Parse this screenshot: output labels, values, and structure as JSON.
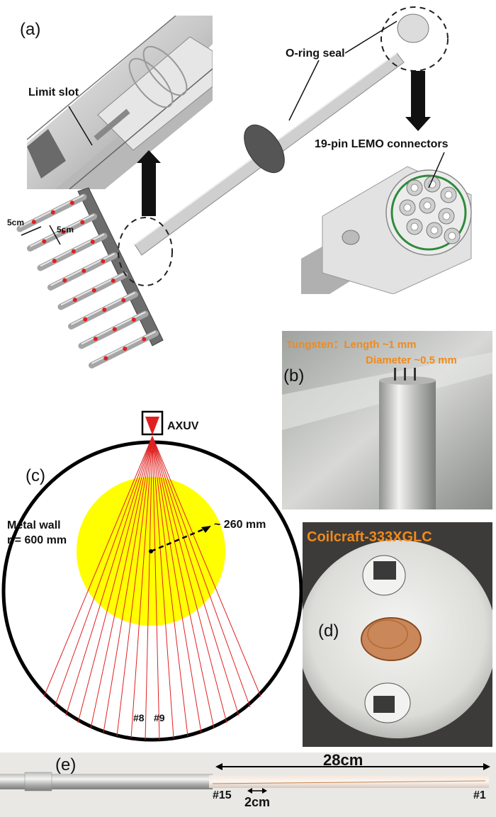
{
  "panels": {
    "a": {
      "letter": "(a)",
      "limit_slot": "Limit slot",
      "oring_seal": "O-ring seal",
      "lemo": "19-pin LEMO connectors",
      "dim_horizontal": "5cm",
      "dim_vertical": "5cm"
    },
    "b": {
      "letter": "(b)",
      "line1": "Tungsten：Length ~1 mm",
      "line2": "Diameter ~0.5 mm"
    },
    "c": {
      "letter": "(c)",
      "detector": "AXUV",
      "wall_line1": "Metal wall",
      "wall_line2": "r = 600 mm",
      "plasma_radius": "~ 260 mm",
      "chord_a": "#8",
      "chord_b": "#9"
    },
    "d": {
      "letter": "(d)",
      "coil": "Coilcraft-333XGLC"
    },
    "e": {
      "letter": "(e)",
      "length": "28cm",
      "start": "#15",
      "end": "#1",
      "spacing": "2cm"
    }
  },
  "colors": {
    "orange_text": "#f08a1c",
    "red_points": "#e02020",
    "plasma_yellow": "#ffff00",
    "chord_red": "#e02020"
  }
}
